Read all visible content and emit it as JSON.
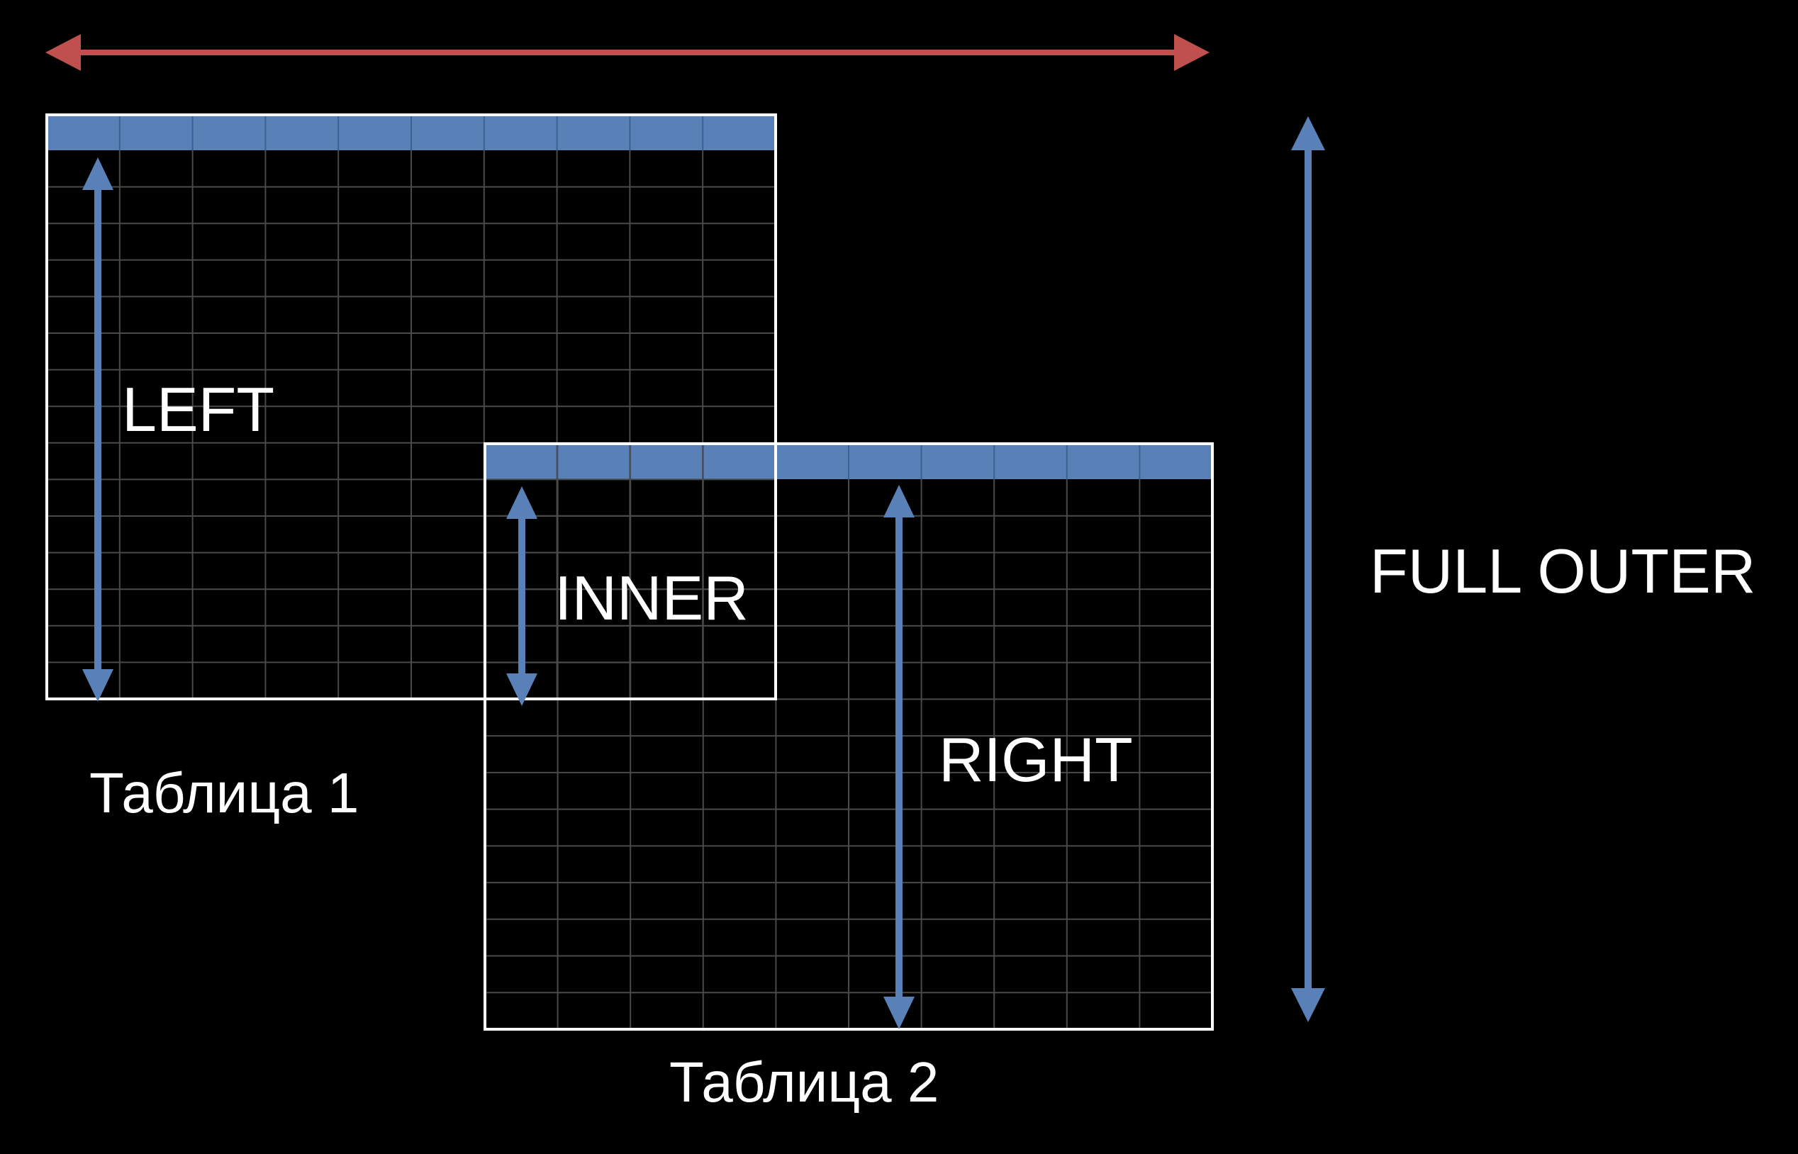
{
  "colors": {
    "background": "#000000",
    "header_fill": "#5a80b8",
    "grid": "#4a4a4a",
    "border": "#ffffff",
    "arrow_blue": "#5a80b8",
    "arrow_red": "#c0504d",
    "text": "#ffffff"
  },
  "tables": {
    "table1": {
      "caption": "Таблица 1",
      "columns": 10,
      "rows": 15
    },
    "table2": {
      "caption": "Таблица 2",
      "columns": 10,
      "rows": 15
    }
  },
  "labels": {
    "left": "LEFT",
    "inner": "INNER",
    "right": "RIGHT",
    "full_outer": "FULL OUTER"
  },
  "arrows": {
    "left_join": "double-arrow-vertical",
    "inner_join": "double-arrow-vertical",
    "right_join": "double-arrow-vertical",
    "full_outer_join": "double-arrow-vertical",
    "full_width": "double-arrow-horizontal"
  }
}
